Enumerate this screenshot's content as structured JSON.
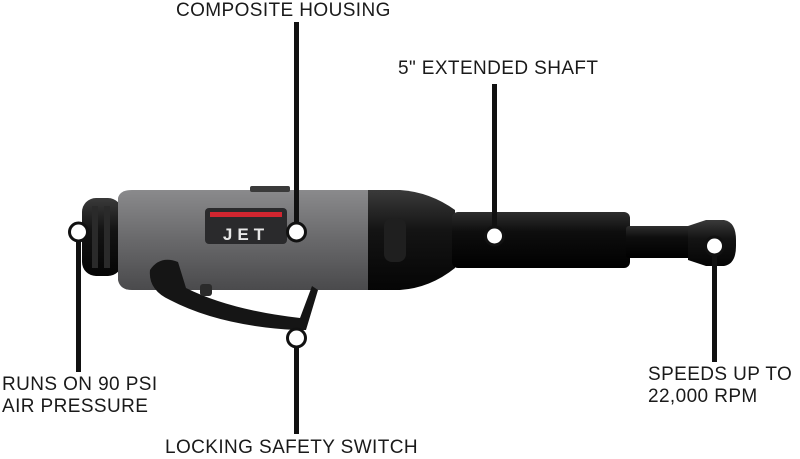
{
  "brand": {
    "logo_text": "JET",
    "accent_color": "#d22630"
  },
  "callouts": {
    "housing": "COMPOSITE HOUSING",
    "shaft": "5\" EXTENDED SHAFT",
    "psi": {
      "line1": "RUNS ON 90 PSI",
      "line2": "AIR PRESSURE"
    },
    "rpm": {
      "line1": "SPEEDS UP TO",
      "line2": "22,000 RPM"
    },
    "switch": "LOCKING SAFETY SWITCH"
  },
  "colors": {
    "housing_gray": "#6e6e70",
    "body_black": "#111111",
    "callout_line": "#111111"
  }
}
